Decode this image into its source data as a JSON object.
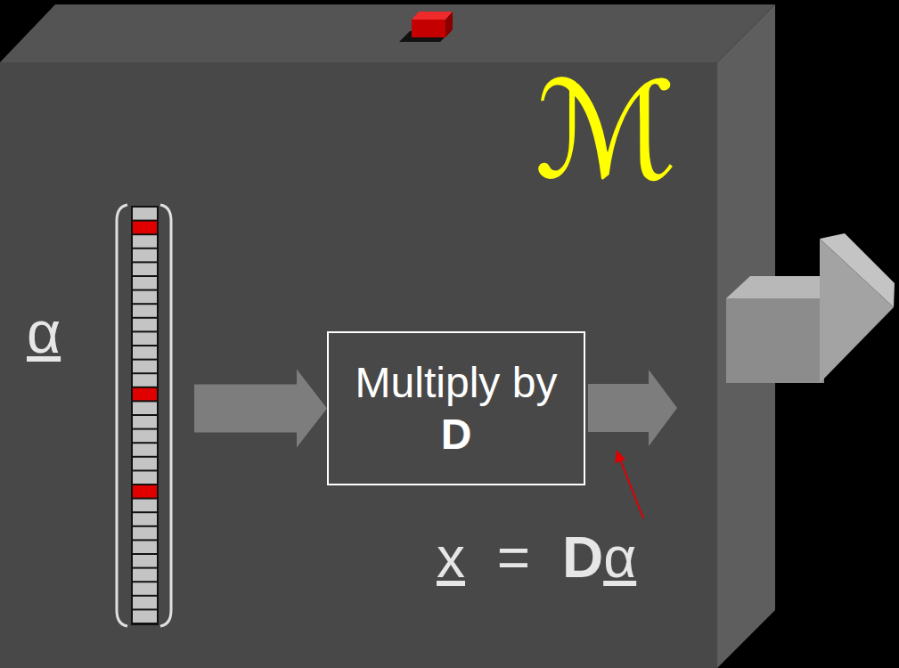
{
  "diagram": {
    "nodes": [
      {
        "text": [
          "ℳ"
        ]
      },
      {
        "text": [
          "α"
        ],
        "in": 0
      },
      {
        "text": [
          "Multiply by D"
        ],
        "in": 0
      }
    ],
    "edges": [
      {
        "from": 1,
        "to": 2,
        "arrow": "to"
      }
    ],
    "labels": [
      "x = Dα"
    ]
  }
}
